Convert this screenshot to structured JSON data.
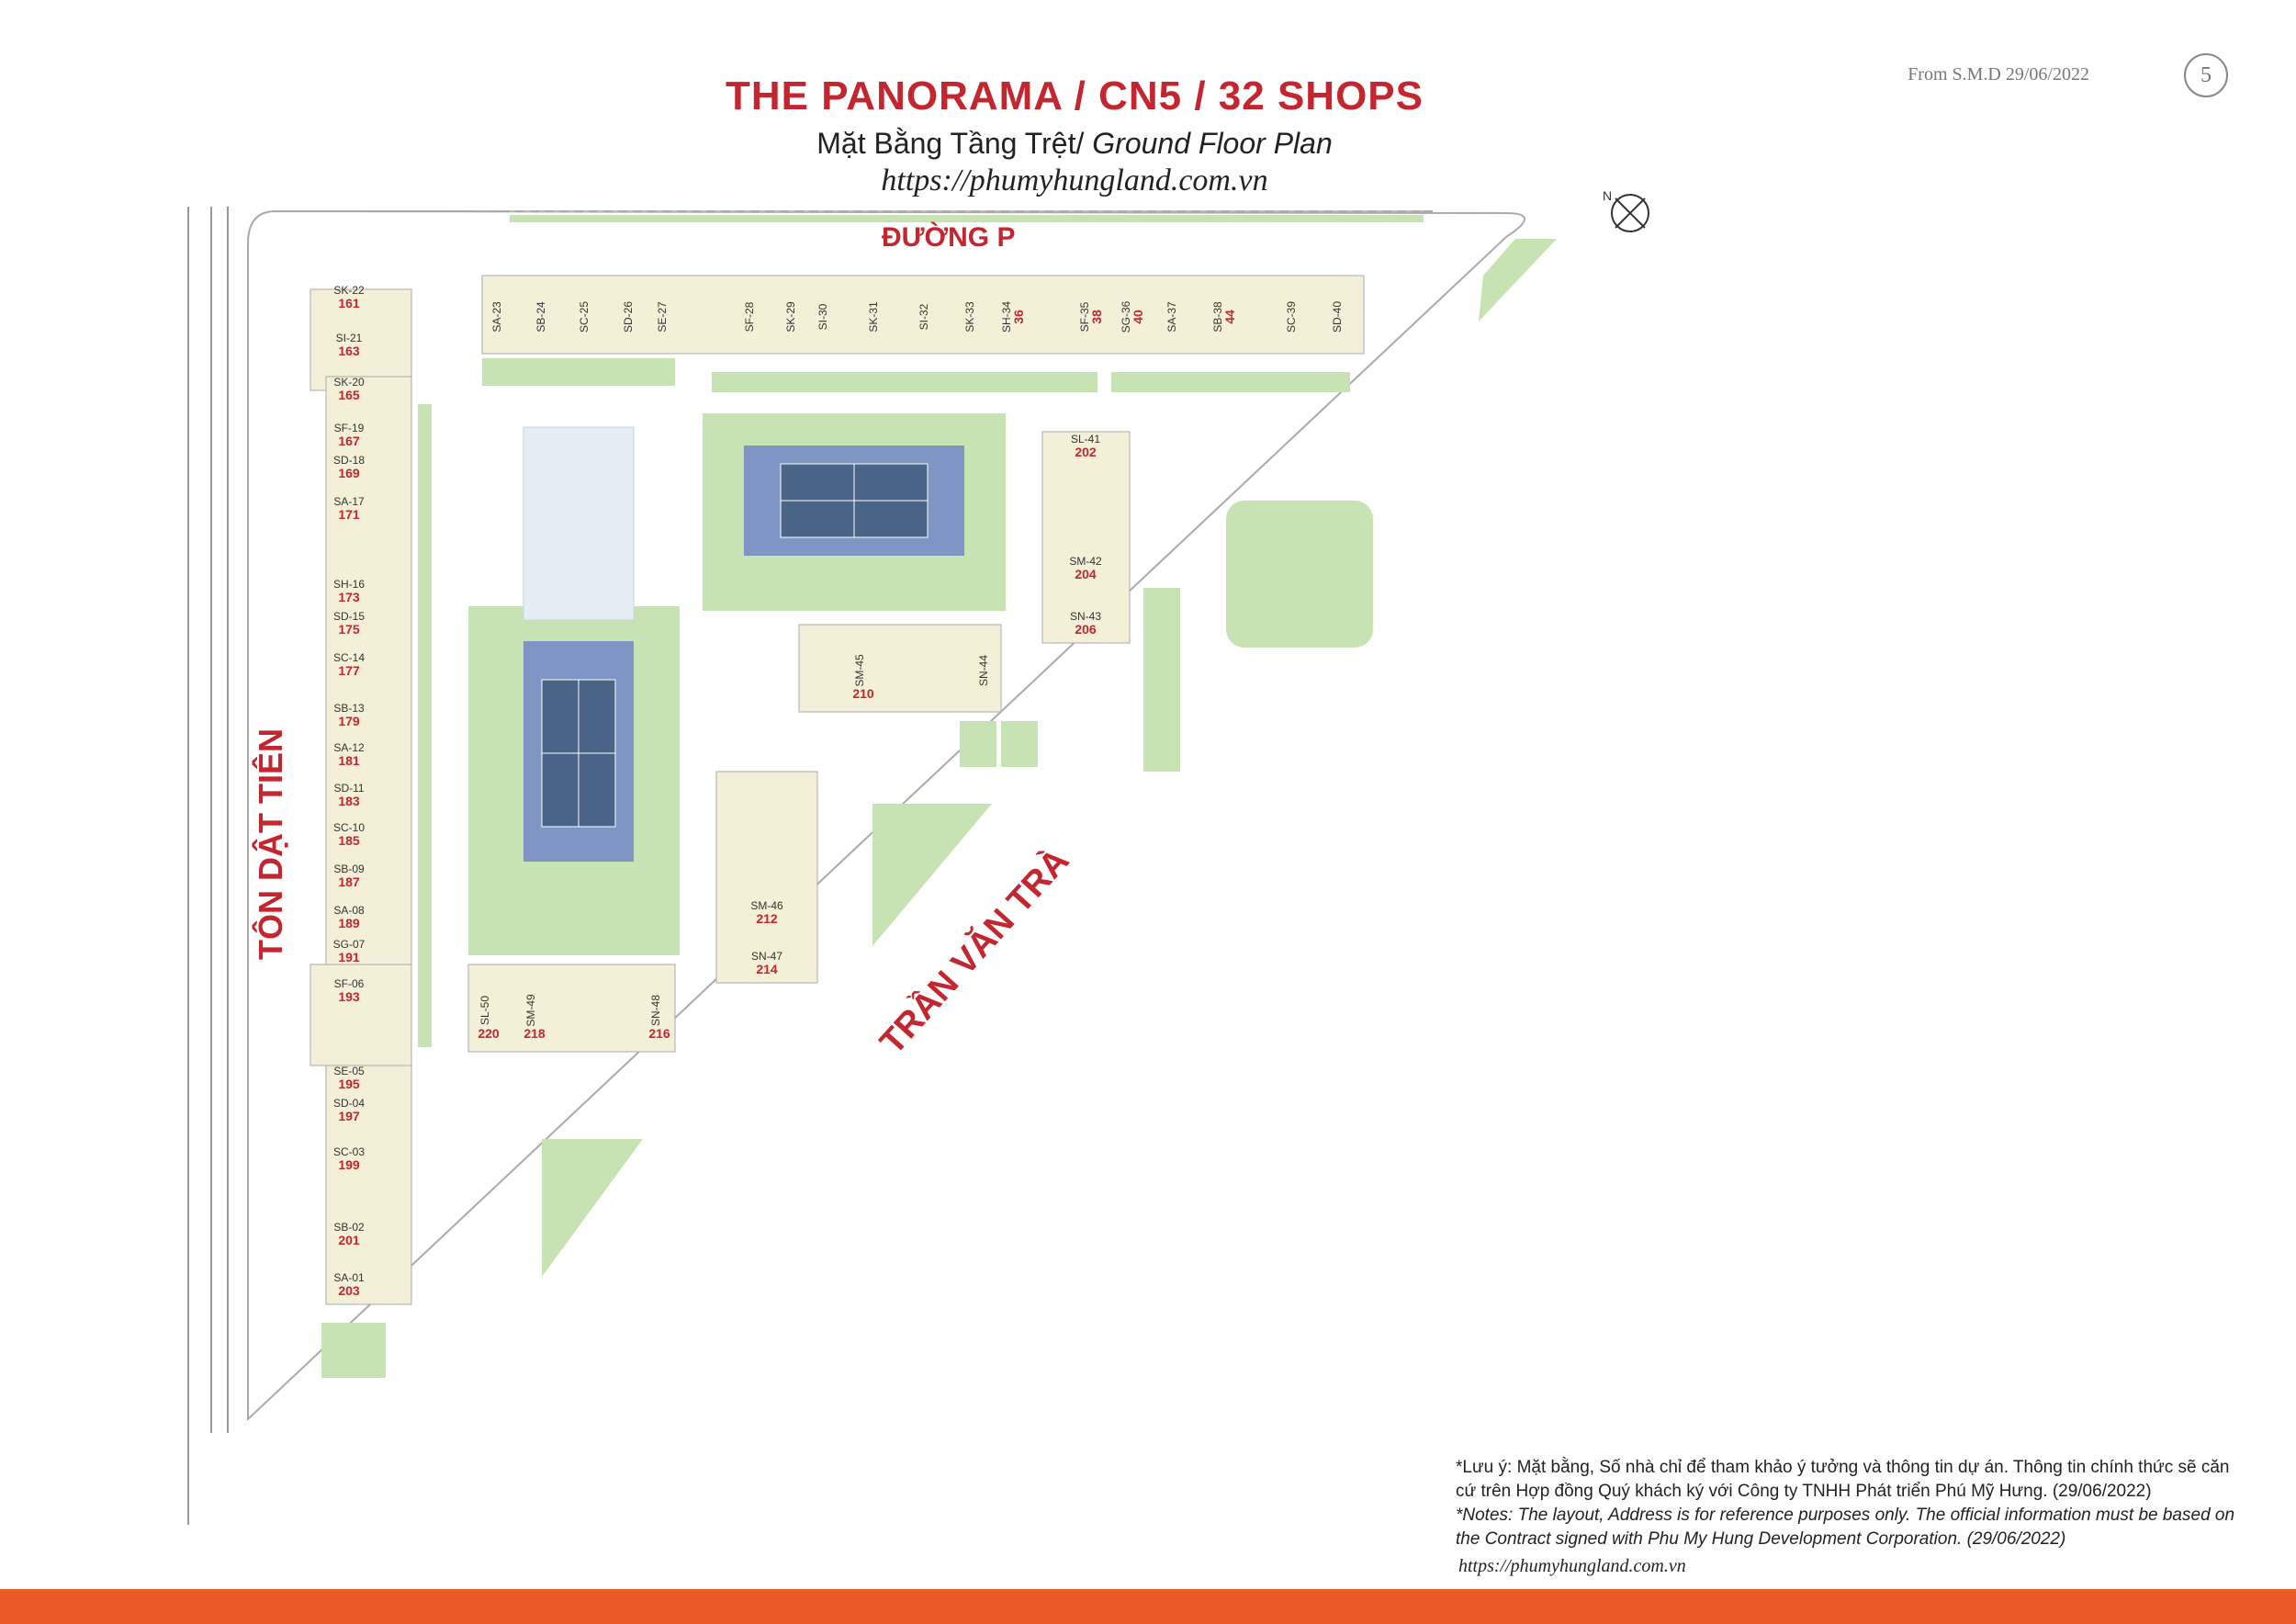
{
  "header": {
    "title": "THE PANORAMA / CN5 / 32 SHOPS",
    "subtitle_vi": "Mặt Bằng Tầng Trệt/ ",
    "subtitle_en": "Ground Floor Plan",
    "website": "https://phumyhungland.com.vn",
    "from": "From S.M.D 29/06/2022",
    "page_number": "5"
  },
  "compass_label": "N",
  "roads": {
    "north": "ĐƯỜNG P",
    "west": "TÔN DẬT TIÊN",
    "southeast": "TRẦN VĂN TRÀ"
  },
  "units": {
    "west": [
      {
        "code": "SK-22",
        "num": "161"
      },
      {
        "code": "SI-21",
        "num": "163"
      },
      {
        "code": "SK-20",
        "num": "165"
      },
      {
        "code": "SF-19",
        "num": "167"
      },
      {
        "code": "SD-18",
        "num": "169"
      },
      {
        "code": "SA-17",
        "num": "171"
      },
      {
        "code": "SH-16",
        "num": "173"
      },
      {
        "code": "SD-15",
        "num": "175"
      },
      {
        "code": "SC-14",
        "num": "177"
      },
      {
        "code": "SB-13",
        "num": "179"
      },
      {
        "code": "SA-12",
        "num": "181"
      },
      {
        "code": "SD-11",
        "num": "183"
      },
      {
        "code": "SC-10",
        "num": "185"
      },
      {
        "code": "SB-09",
        "num": "187"
      },
      {
        "code": "SA-08",
        "num": "189"
      },
      {
        "code": "SG-07",
        "num": "191"
      },
      {
        "code": "SF-06",
        "num": "193"
      },
      {
        "code": "SE-05",
        "num": "195"
      },
      {
        "code": "SD-04",
        "num": "197"
      },
      {
        "code": "SC-03",
        "num": "199"
      },
      {
        "code": "SB-02",
        "num": "201"
      },
      {
        "code": "SA-01",
        "num": "203"
      }
    ],
    "north": [
      {
        "code": "SA-23",
        "num": ""
      },
      {
        "code": "SB-24",
        "num": ""
      },
      {
        "code": "SC-25",
        "num": ""
      },
      {
        "code": "SD-26",
        "num": ""
      },
      {
        "code": "SE-27",
        "num": ""
      },
      {
        "code": "SF-28",
        "num": ""
      },
      {
        "code": "SK-29",
        "num": ""
      },
      {
        "code": "SI-30",
        "num": ""
      },
      {
        "code": "SK-31",
        "num": ""
      },
      {
        "code": "SI-32",
        "num": ""
      },
      {
        "code": "SK-33",
        "num": ""
      },
      {
        "code": "SH-34",
        "num": "36"
      },
      {
        "code": "SF-35",
        "num": "38"
      },
      {
        "code": "SG-36",
        "num": "40"
      },
      {
        "code": "SA-37",
        "num": ""
      },
      {
        "code": "SB-38",
        "num": "44"
      },
      {
        "code": "SC-39",
        "num": ""
      },
      {
        "code": "SD-40",
        "num": ""
      }
    ],
    "east": [
      {
        "code": "SL-41",
        "num": "202"
      },
      {
        "code": "SM-42",
        "num": "204"
      },
      {
        "code": "SN-43",
        "num": "206"
      }
    ],
    "center": [
      {
        "code": "SM-45",
        "num": "210"
      },
      {
        "code": "SN-44",
        "num": ""
      },
      {
        "code": "SM-46",
        "num": "212"
      },
      {
        "code": "SN-47",
        "num": "214"
      }
    ],
    "south": [
      {
        "code": "SL-50",
        "num": "220"
      },
      {
        "code": "SM-49",
        "num": "218"
      },
      {
        "code": "SN-48",
        "num": "216"
      }
    ]
  },
  "notes": {
    "vi": "*Lưu ý: Mặt bằng, Số nhà chỉ để tham khảo ý tưởng và thông tin dự án. Thông tin chính thức sẽ căn cứ trên Hợp đồng Quý khách ký với Công ty TNHH Phát triển Phú Mỹ Hưng. (29/06/2022)",
    "en": "*Notes: The layout, Address is for reference purposes only. The official information must be based on the Contract signed with Phu My Hung Development Corporation. (29/06/2022)",
    "url": "https://phumyhungland.com.vn"
  },
  "colors": {
    "accent": "#c3262f",
    "bar": "#ea5a24",
    "green": "#c8e3b3",
    "court": "#7f95c4",
    "court_inner": "#4a6587",
    "building": "#f4f0d8"
  }
}
